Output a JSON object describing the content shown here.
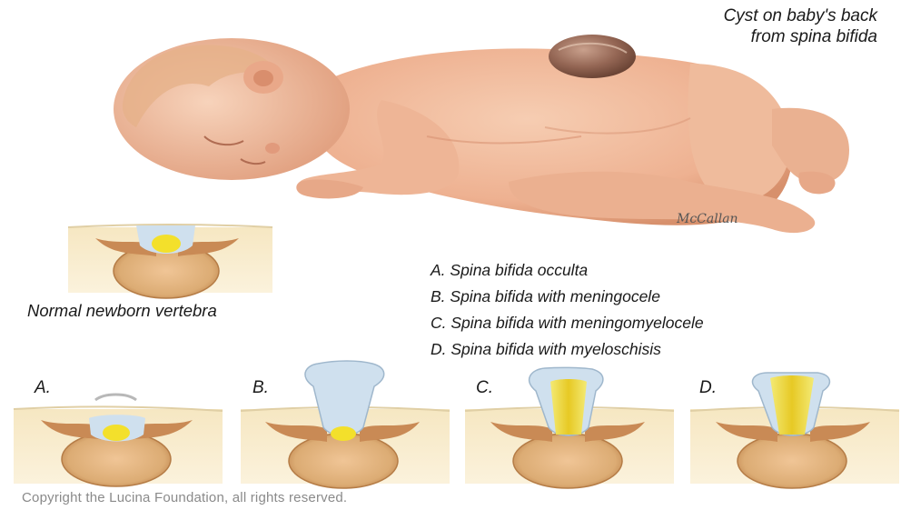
{
  "labels": {
    "cyst_line1": "Cyst on baby's back",
    "cyst_line2": "from spina bifida",
    "normal_vertebra": "Normal newborn vertebra",
    "copyright": "Copyright the Lucina Foundation, all rights reserved.",
    "signature": "McCallan"
  },
  "legend": [
    "A. Spina bifida occulta",
    "B. Spina bifida with meningocele",
    "C. Spina bifida with meningomyelocele",
    "D. Spina bifida with myeloschisis"
  ],
  "panels": [
    {
      "letter": "A."
    },
    {
      "letter": "B."
    },
    {
      "letter": "C."
    },
    {
      "letter": "D."
    }
  ],
  "colors": {
    "skin": "#f1b99a",
    "skin_shadow": "#d98f6d",
    "vertebra_body": "#e2b784",
    "spinal_cord": "#f3e02b",
    "meninges": "#cfe0ee",
    "bone_process": "#c98a55",
    "cyst": "#9a6f58"
  }
}
